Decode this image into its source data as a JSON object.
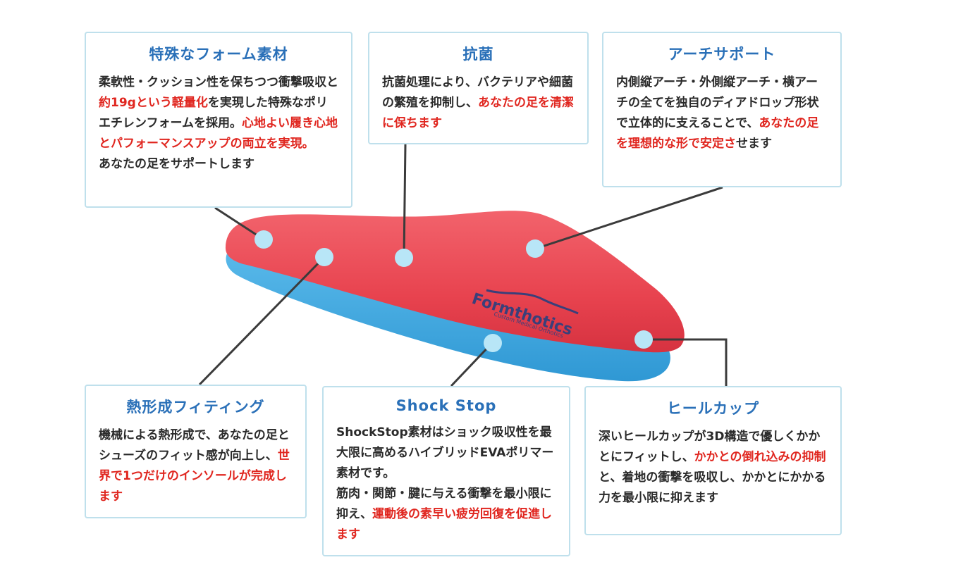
{
  "colors": {
    "title_blue": "#2a70b8",
    "highlight_red": "#e0261f",
    "card_border": "#bfe0ec",
    "dot": "#b8e6f7",
    "insole_red": "#e6424f",
    "insole_blue": "#3ea9e0",
    "logo_navy": "#3a3f7a"
  },
  "insole": {
    "brand": "Formthotics",
    "tagline": "Custom Medical Orthotics"
  },
  "cards": [
    {
      "id": "foam",
      "title": "特殊なフォーム素材",
      "segments": [
        {
          "t": "柔軟性・クッション性を保ちつつ衝撃吸収と",
          "hl": false
        },
        {
          "t": "約19gという軽量化",
          "hl": true
        },
        {
          "t": "を実現した特殊なポリエチレンフォームを採用。",
          "hl": false
        },
        {
          "t": "心地よい履き心地とパフォーマンスアップの両立を実現。",
          "hl": true
        },
        {
          "t": "あなたの足をサポートします",
          "hl": false
        }
      ]
    },
    {
      "id": "antibac",
      "title": "抗菌",
      "segments": [
        {
          "t": "抗菌処理により、バクテリアや細菌の繁殖を抑制し、",
          "hl": false
        },
        {
          "t": "あなたの足を清潔に保ちます",
          "hl": true
        }
      ]
    },
    {
      "id": "arch",
      "title": "アーチサポート",
      "segments": [
        {
          "t": "内側縦アーチ・外側縦アーチ・横アーチの全てを独自のディアドロップ形状で立体的に支えることで、",
          "hl": false
        },
        {
          "t": "あなたの足を理想的な形で安定さ",
          "hl": true
        },
        {
          "t": "せます",
          "hl": false
        }
      ]
    },
    {
      "id": "thermo",
      "title": "熱形成フィティング",
      "segments": [
        {
          "t": "機械による熱形成で、あなたの足とシューズのフィット感が向上し、",
          "hl": false
        },
        {
          "t": "世界で1つだけのインソールが完成します",
          "hl": true
        }
      ]
    },
    {
      "id": "shock",
      "title": "Shock Stop",
      "segments": [
        {
          "t": "ShockStop素材はショック吸収性を最大限に高めるハイブリッドEVAポリマー素材です。",
          "hl": false
        },
        {
          "t": "筋肉・関節・腱に与える衝撃を最小限に抑え、",
          "hl": false
        },
        {
          "t": "運動後の素早い疲労回復を促進します",
          "hl": true
        }
      ]
    },
    {
      "id": "heel",
      "title": "ヒールカップ",
      "segments": [
        {
          "t": "深いヒールカップが3D構造で優しくかかとにフィットし、",
          "hl": false
        },
        {
          "t": "かかとの倒れ込みの抑制",
          "hl": true
        },
        {
          "t": "と、着地の衝撃を吸収し、かかとにかかる力を最小限に抑えます",
          "hl": false
        }
      ]
    }
  ]
}
